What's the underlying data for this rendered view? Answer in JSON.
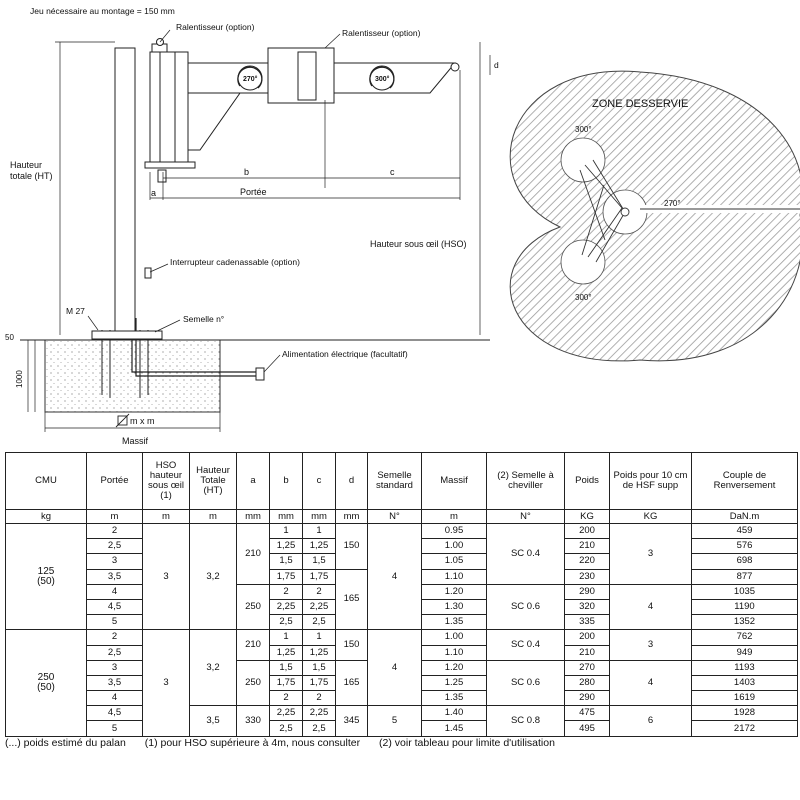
{
  "drawing": {
    "labels": {
      "mount_space": "Jeu nécessaire au montage = 150 mm",
      "slow1": "Ralentisseur (option)",
      "slow2": "Ralentisseur (option)",
      "rot1": "270°",
      "rot2": "300°",
      "d": "d",
      "height_total_1": "Hauteur",
      "height_total_2": "totale (HT)",
      "b": "b",
      "c": "c",
      "a": "a",
      "reach": "Portée",
      "hso": "Hauteur sous œil (HSO)",
      "switch": "Interrupteur cadenassable (option)",
      "m27": "M 27",
      "sole": "Semelle n°",
      "dim50": "50",
      "dim1000": "1000",
      "power": "Alimentation électrique (facultatif)",
      "mxm": "m x m",
      "massif": "Massif"
    },
    "zone": {
      "title": "ZONE DESSERVIE",
      "angle_top": "300°",
      "angle_mid": "270°",
      "angle_bot": "300°"
    }
  },
  "table": {
    "headers": [
      "CMU",
      "Portée",
      "HSO hauteur sous œil (1)",
      "Hauteur Totale (HT)",
      "a",
      "b",
      "c",
      "d",
      "Semelle standard",
      "Massif",
      "(2) Semelle à cheviller",
      "Poids",
      "Poids pour 10 cm de HSF supp",
      "Couple de Renversement"
    ],
    "units": [
      "kg",
      "m",
      "m",
      "m",
      "mm",
      "mm",
      "mm",
      "mm",
      "N°",
      "m",
      "N°",
      "KG",
      "KG",
      "DaN.m"
    ],
    "group1": {
      "cmu": "125\n(50)",
      "hso": "3",
      "ht": "3,2",
      "semelle": "4",
      "a": [
        "210",
        "250"
      ],
      "d": [
        "150",
        "165"
      ],
      "cheviller": [
        "SC 0.4",
        "SC 0.6"
      ],
      "poids_supp": [
        "3",
        "4"
      ],
      "rows": [
        {
          "portee": "2",
          "b": "1",
          "c": "1",
          "massif": "0.95",
          "poids": "200",
          "couple": "459"
        },
        {
          "portee": "2,5",
          "b": "1,25",
          "c": "1,25",
          "massif": "1.00",
          "poids": "210",
          "couple": "576"
        },
        {
          "portee": "3",
          "b": "1,5",
          "c": "1,5",
          "massif": "1.05",
          "poids": "220",
          "couple": "698"
        },
        {
          "portee": "3,5",
          "b": "1,75",
          "c": "1,75",
          "massif": "1.10",
          "poids": "230",
          "couple": "877"
        },
        {
          "portee": "4",
          "b": "2",
          "c": "2",
          "massif": "1.20",
          "poids": "290",
          "couple": "1035"
        },
        {
          "portee": "4,5",
          "b": "2,25",
          "c": "2,25",
          "massif": "1.30",
          "poids": "320",
          "couple": "1190"
        },
        {
          "portee": "5",
          "b": "2,5",
          "c": "2,5",
          "massif": "1.35",
          "poids": "335",
          "couple": "1352"
        }
      ]
    },
    "group2": {
      "cmu": "250\n(50)",
      "hso": "3",
      "ht1": "3,2",
      "ht2": "3,5",
      "semelle1": "4",
      "semelle2": "5",
      "a": [
        "210",
        "250",
        "330"
      ],
      "d": [
        "150",
        "165",
        "345"
      ],
      "cheviller": [
        "SC 0.4",
        "SC 0.6",
        "SC 0.8"
      ],
      "poids_supp": [
        "3",
        "4",
        "6"
      ],
      "rows": [
        {
          "portee": "2",
          "b": "1",
          "c": "1",
          "massif": "1.00",
          "poids": "200",
          "couple": "762"
        },
        {
          "portee": "2,5",
          "b": "1,25",
          "c": "1,25",
          "massif": "1.10",
          "poids": "210",
          "couple": "949"
        },
        {
          "portee": "3",
          "b": "1,5",
          "c": "1,5",
          "massif": "1.20",
          "poids": "270",
          "couple": "1193"
        },
        {
          "portee": "3,5",
          "b": "1,75",
          "c": "1,75",
          "massif": "1.25",
          "poids": "280",
          "couple": "1403"
        },
        {
          "portee": "4",
          "b": "2",
          "c": "2",
          "massif": "1.35",
          "poids": "290",
          "couple": "1619"
        },
        {
          "portee": "4,5",
          "b": "2,25",
          "c": "2,25",
          "massif": "1.40",
          "poids": "475",
          "couple": "1928"
        },
        {
          "portee": "5",
          "b": "2,5",
          "c": "2,5",
          "massif": "1.45",
          "poids": "495",
          "couple": "2172"
        }
      ]
    }
  },
  "footnotes": {
    "n0": "(...) poids estimé du palan",
    "n1": "(1) pour HSO supérieure à 4m, nous consulter",
    "n2": "(2) voir tableau pour limite d'utilisation"
  }
}
